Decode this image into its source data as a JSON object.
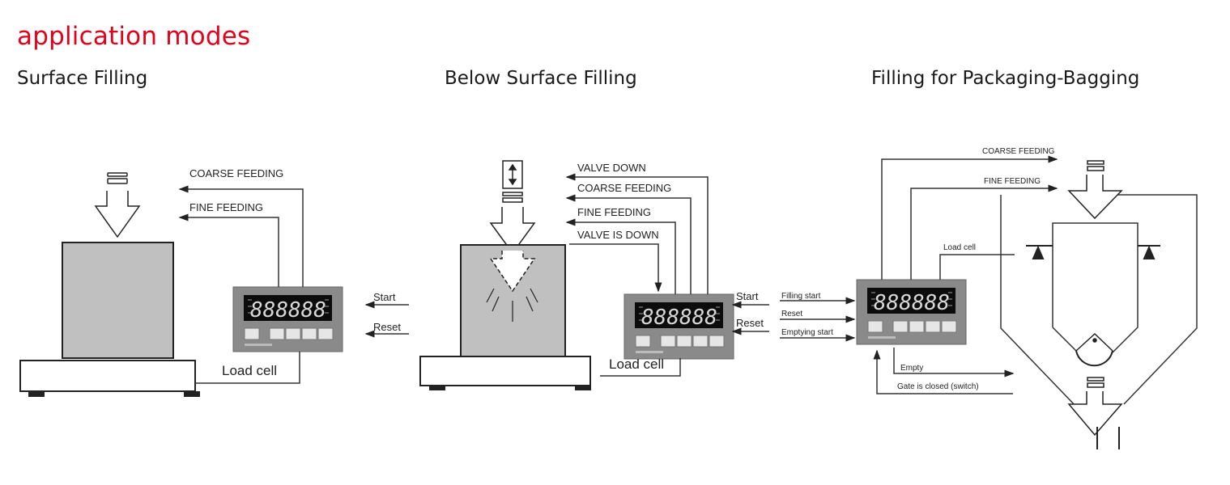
{
  "page": {
    "title": "application modes",
    "title_color": "#e2001a"
  },
  "modes": [
    {
      "heading": "Surface Filling",
      "outputs": [
        "COARSE FEEDING",
        "FINE FEEDING"
      ],
      "inputs": [
        "Start",
        "Reset"
      ],
      "sensor": "Load cell"
    },
    {
      "heading": "Below Surface Filling",
      "outputs": [
        "VALVE DOWN",
        "COARSE FEEDING",
        "FINE FEEDING"
      ],
      "feedback": [
        "VALVE IS DOWN"
      ],
      "inputs": [
        "Start",
        "Reset"
      ],
      "sensor": "Load cell"
    },
    {
      "heading": "Filling for Packaging-Bagging",
      "outputs": [
        "COARSE FEEDING",
        "FINE FEEDING"
      ],
      "inputs": [
        "Filling start",
        "Reset",
        "Emptying start"
      ],
      "sensor": "Load cell",
      "bottom_outputs": [
        "Empty"
      ],
      "bottom_inputs": [
        "Gate is closed (switch)"
      ]
    }
  ],
  "indicator": {
    "display_digits": "888888",
    "display_color": "#d8d8d8",
    "panel_color": "#8a8a8a"
  }
}
